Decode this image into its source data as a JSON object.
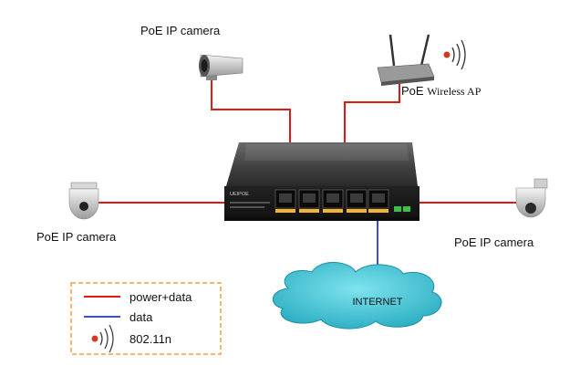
{
  "labels": {
    "camera_top": "PoE IP camera",
    "wireless_ap": "PoE",
    "wireless_ap_suffix": "Wireless AP",
    "camera_left": "PoE IP camera",
    "camera_right": "PoE IP camera",
    "internet": "INTERNET"
  },
  "legend": {
    "power_data": "power+data",
    "data": "data",
    "wifi": "802.11n"
  },
  "switch": {
    "brand": "UEIPOE"
  },
  "colors": {
    "power_line": "#e01818",
    "data_line": "#3a4fd0",
    "legend_border": "#f0a040",
    "cloud_fill": "#3fc6d6",
    "switch_body": "#4a4a4a",
    "port_led": "#f2b632"
  },
  "icons": {
    "camera_bullet": "bullet-camera-icon",
    "camera_dome": "dome-camera-icon",
    "camera_ptz": "ptz-camera-icon",
    "router": "wireless-router-icon",
    "wifi": "wifi-signal-icon",
    "cloud": "internet-cloud-icon",
    "switch": "poe-switch-icon"
  }
}
